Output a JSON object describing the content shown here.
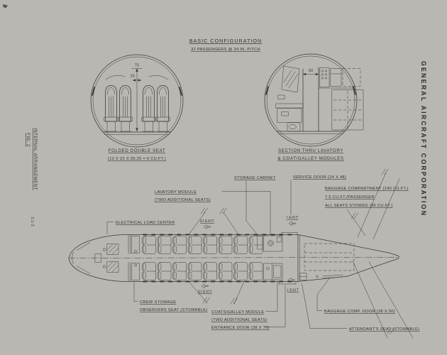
{
  "colors": {
    "paper": "#f3f2ee",
    "ink": "#3b392f"
  },
  "edge": {
    "fig_no": "FIG. 2",
    "fig_title": "INTERNAL ARRANGEMENT",
    "page_no": "3.1-3",
    "company": "GENERAL AIRCRAFT CORPORATION"
  },
  "header": {
    "title": "BASIC CONFIGURATION",
    "subtitle": "32 PASSENGERS @ 34 IN. PITCH"
  },
  "cross_sections": {
    "seat_detail": {
      "caption_1": "FOLDED DOUBLE SEAT",
      "caption_2": "(12 X 22 X 39.25 = 6 CU.FT.)",
      "dim_cabin_height": "75",
      "dim_aisle_width": "16"
    },
    "lavatory_detail": {
      "caption_1": "SECTION THRU LAVATORY",
      "caption_2": "& COAT/GALLEY MODULES",
      "dim_aisle_width": "20"
    }
  },
  "plan": {
    "labels": {
      "electrical_load_center": "ELECTRICAL LOAD CENTER",
      "storage_cabinet": "STORAGE CABINET",
      "service_door": "SERVICE DOOR (24 X 48)",
      "lavatory_module_1": "LAVATORY MODULE",
      "lavatory_module_2": "(TWO ADDITIONAL SEATS)",
      "baggage_compartment_1": "BAGGAGE COMPARTMENT (240 CU.FT.)",
      "baggage_compartment_2": "7.5 CU.FT./PASSENGER",
      "baggage_compartment_3": "ALL SEATS STOWED (96 CU.FT.)",
      "exit_iii": "III EXIT",
      "exit_i": "I EXIT",
      "crew_stowage_1": "CREW STOWAGE",
      "crew_stowage_2": "OBSERVERS SEAT (STOWABLE)",
      "coats_galley_1": "COATS/GALLEY MODULE",
      "coats_galley_2": "(TWO ADDITIONAL SEATS)",
      "entrance_door": "ENTRANCE DOOR (38 X 70)",
      "baggage_comp_door": "BAGGAGE COMP. DOOR (38 X 50)",
      "attendants_seat": "ATTENDANT'S SEAT (STOWABLE)"
    }
  }
}
